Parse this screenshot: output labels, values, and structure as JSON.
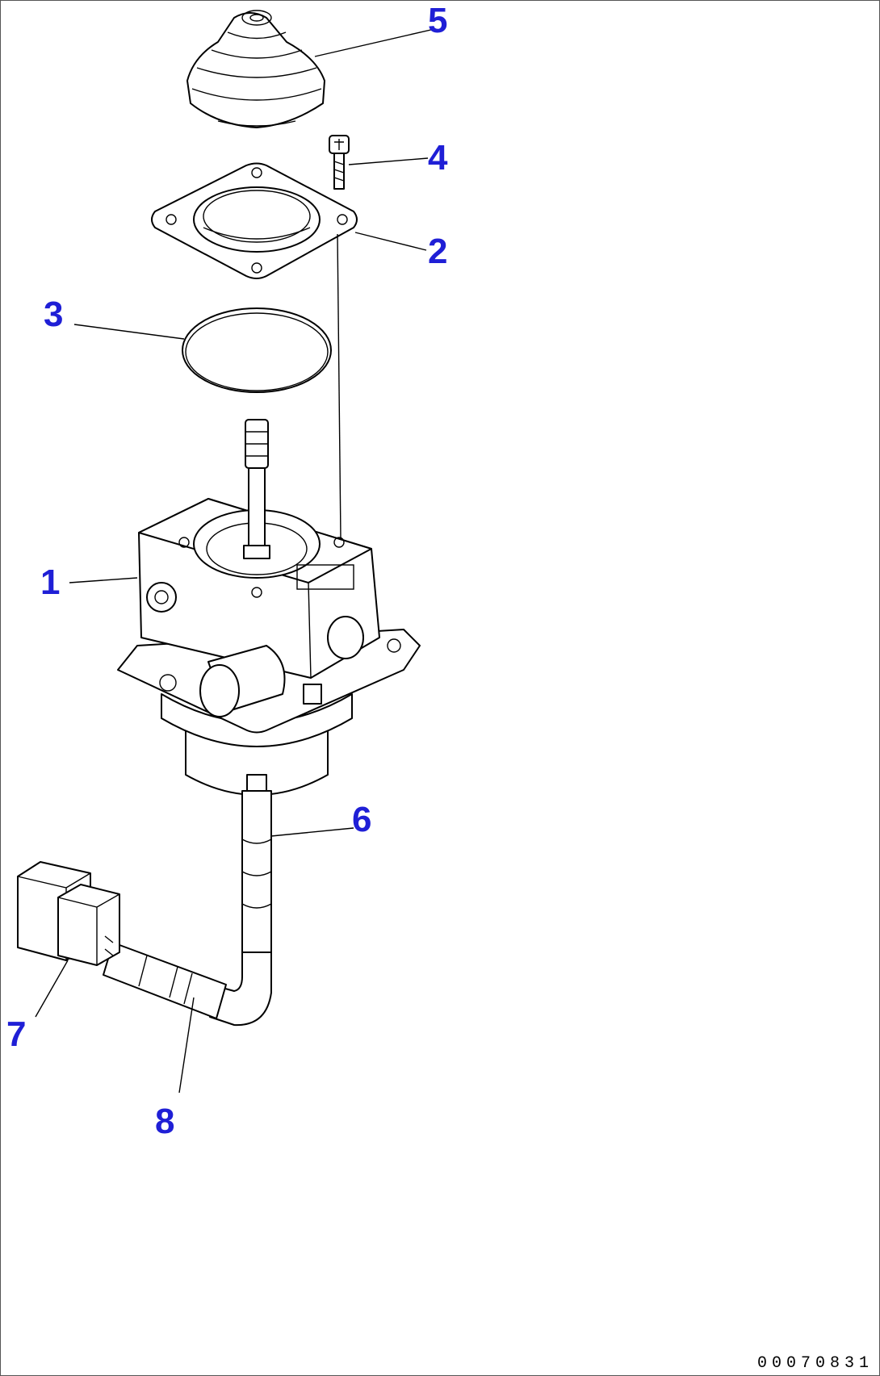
{
  "callouts": [
    {
      "id": "1",
      "label": "1"
    },
    {
      "id": "2",
      "label": "2"
    },
    {
      "id": "3",
      "label": "3"
    },
    {
      "id": "4",
      "label": "4"
    },
    {
      "id": "5",
      "label": "5"
    },
    {
      "id": "6",
      "label": "6"
    },
    {
      "id": "7",
      "label": "7"
    },
    {
      "id": "8",
      "label": "8"
    }
  ],
  "drawing_number": "00070831",
  "colors": {
    "callout": "#1f1fd6",
    "line": "#000000",
    "background": "#ffffff"
  }
}
